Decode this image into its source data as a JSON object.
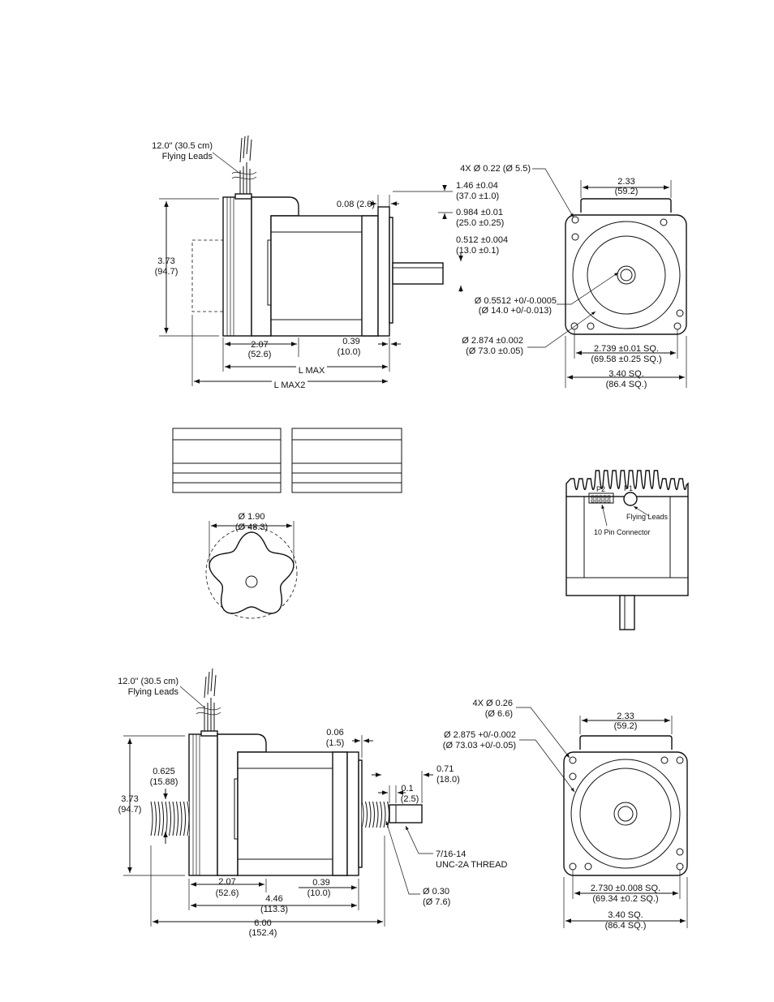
{
  "motor_top": {
    "leads": [
      "12.0\" (30.5 cm)",
      "Flying Leads"
    ],
    "height": [
      "3.73",
      "(94.7)"
    ],
    "body_len": [
      "2.07",
      "(52.6)"
    ],
    "flange": [
      "0.39",
      "(10.0)"
    ],
    "lmax": "L MAX",
    "lmax2": "L MAX2",
    "pilot_gap": "0.08 (2.0)",
    "shaft_len": [
      "1.46 ±0.04",
      "(37.0 ±1.0)"
    ],
    "shaft_len2": [
      "0.984 ±0.01",
      "(25.0 ±0.25)"
    ],
    "flat_len": [
      "0.512 ±0.004",
      "(13.0 ±0.1)"
    ],
    "shaft_dia": [
      "Ø 0.5512 +0/-0.0005",
      "(Ø 14.0 +0/-0.013)"
    ],
    "pilot_dia": [
      "Ø 2.874 ±0.002",
      "(Ø 73.0 ±0.05)"
    ],
    "holes": "4X Ø 0.22 (Ø 5.5)",
    "boss": [
      "2.33",
      "(59.2)"
    ],
    "bolt_sq": [
      "2.739 ±0.01 SQ.",
      "(69.58 ±0.25 SQ.)"
    ],
    "face_sq": [
      "3.40 SQ.",
      "(86.4 SQ.)"
    ]
  },
  "knob": {
    "dia": [
      "Ø 1.90",
      "(Ø 48.3)"
    ]
  },
  "rear_view": {
    "p2": "P2",
    "p1": "P1",
    "flying_leads": "Flying Leads",
    "connector": "10 Pin Connector"
  },
  "motor_bottom": {
    "leads": [
      "12.0\" (30.5 cm)",
      "Flying Leads"
    ],
    "height": [
      "3.73",
      "(94.7)"
    ],
    "screw_dia_rear": [
      "0.625",
      "(15.88)"
    ],
    "body_len": [
      "2.07",
      "(52.6)"
    ],
    "flange": [
      "0.39",
      "(10.0)"
    ],
    "total_body": [
      "4.46",
      "(113.3)"
    ],
    "total": [
      "6.00",
      "(152.4)"
    ],
    "pilot_gap": [
      "0.06",
      "(1.5)"
    ],
    "shaft_ext": [
      "0.71",
      "(18.0)"
    ],
    "step": [
      "0.1",
      "(2.5)"
    ],
    "thread": [
      "7/16-14",
      "UNC-2A THREAD"
    ],
    "shaft_dia": [
      "Ø 0.30",
      "(Ø 7.6)"
    ],
    "holes": [
      "4X Ø 0.26",
      "(Ø 6.6)"
    ],
    "pilot_dia": [
      "Ø 2.875 +0/-0.002",
      "(Ø 73.03 +0/-0.05)"
    ],
    "boss": [
      "2.33",
      "(59.2)"
    ],
    "bolt_sq": [
      "2.730 ±0.008 SQ.",
      "(69.34 ±0.2 SQ.)"
    ],
    "face_sq": [
      "3.40 SQ.",
      "(86.4 SQ.)"
    ]
  }
}
